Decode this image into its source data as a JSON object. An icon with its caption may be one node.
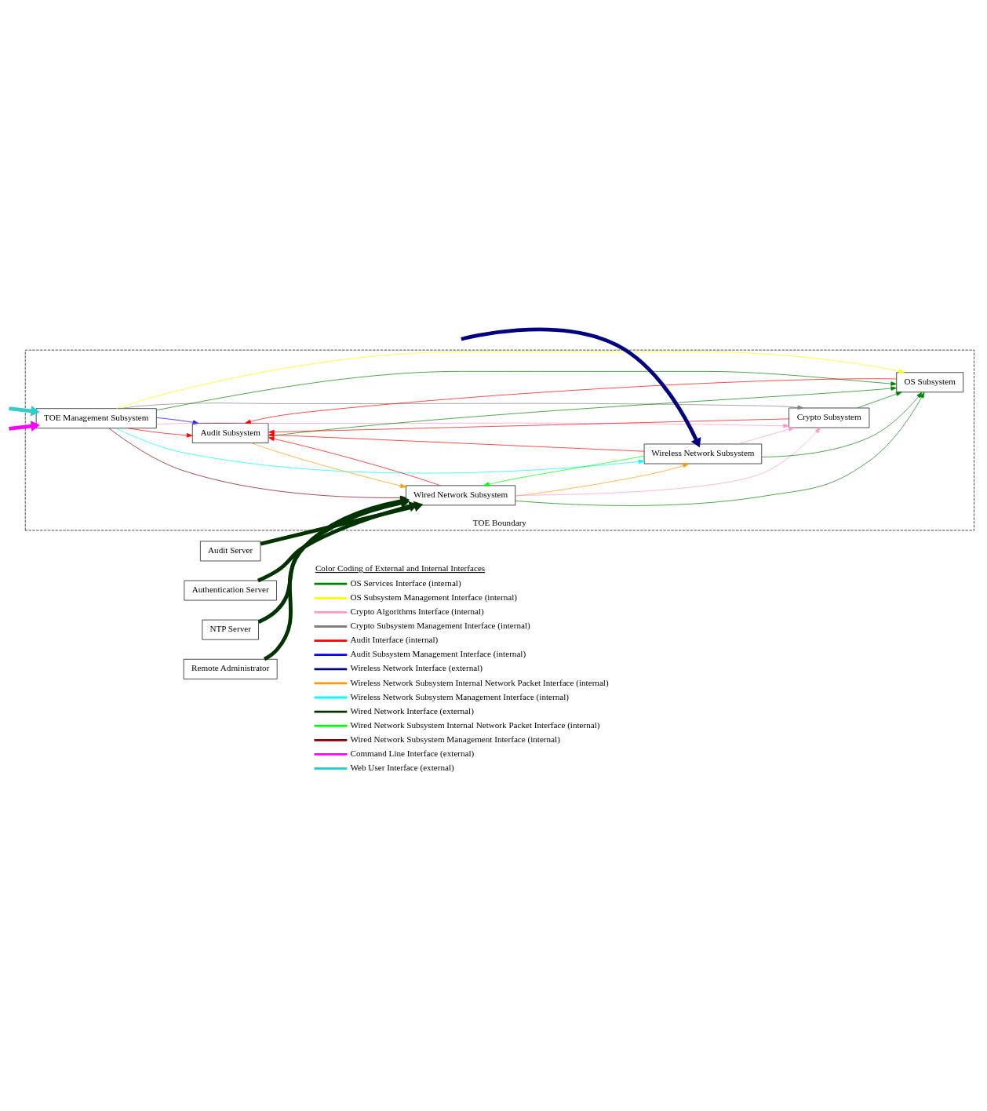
{
  "diagram": {
    "nodes": [
      {
        "text": [
          "TOE Boundary"
        ]
      },
      {
        "text": [
          "TOE Management Subsystem"
        ],
        "in": 0
      },
      {
        "text": [
          "Audit Subsystem"
        ],
        "in": 0
      },
      {
        "text": [
          "Wired Network Subsystem"
        ],
        "in": 0
      },
      {
        "text": [
          "Wireless Network Subsystem"
        ],
        "in": 0
      },
      {
        "text": [
          "Crypto Subsystem"
        ],
        "in": 0
      },
      {
        "text": [
          "OS Subsystem"
        ],
        "in": 0
      },
      {
        "text": [
          "Audit Server"
        ]
      },
      {
        "text": [
          "Authentication Server"
        ]
      },
      {
        "text": [
          "NTP Server"
        ]
      },
      {
        "text": [
          "Remote Administrator"
        ]
      }
    ],
    "edges": [
      {
        "from": null,
        "to": 1,
        "arrow": "to",
        "style": "thick",
        "color": "#ff00ff"
      },
      {
        "from": null,
        "to": 1,
        "arrow": "to",
        "style": "thick",
        "color": "#33cccc"
      },
      {
        "from": 1,
        "to": 2,
        "arrow": "to",
        "color": "#ff0000"
      },
      {
        "from": 1,
        "to": 2,
        "arrow": "to",
        "color": "#0000ff"
      },
      {
        "from": 1,
        "to": 6,
        "arrow": "to",
        "color": "#008000"
      },
      {
        "from": 1,
        "to": 6,
        "arrow": "to",
        "color": "#ffff00"
      },
      {
        "from": 1,
        "to": 3,
        "arrow": "to",
        "color": "#800000"
      },
      {
        "from": 1,
        "to": 4,
        "arrow": "to",
        "color": "#00ffff"
      },
      {
        "from": 1,
        "to": 5,
        "arrow": "to",
        "color": "#ff99cc"
      },
      {
        "from": 1,
        "to": 5,
        "arrow": "to",
        "color": "#808080"
      },
      {
        "from": 3,
        "to": 2,
        "arrow": "to",
        "color": "#ff0000"
      },
      {
        "from": 2,
        "to": 3,
        "arrow": "to",
        "color": "#ff9900"
      },
      {
        "from": 3,
        "to": 4,
        "arrow": "to",
        "color": "#ff9900"
      },
      {
        "from": 4,
        "to": 3,
        "arrow": "to",
        "color": "#00ff00"
      },
      {
        "from": 4,
        "to": 2,
        "arrow": "to",
        "color": "#ff0000"
      },
      {
        "from": 5,
        "to": 2,
        "arrow": "to",
        "color": "#ff0000"
      },
      {
        "from": 3,
        "to": 5,
        "arrow": "to",
        "color": "#ff99cc"
      },
      {
        "from": 4,
        "to": 5,
        "arrow": "to",
        "color": "#ff99cc"
      },
      {
        "from": 3,
        "to": 6,
        "arrow": "to",
        "color": "#008000"
      },
      {
        "from": 5,
        "to": 6,
        "arrow": "to",
        "color": "#008000"
      },
      {
        "from": 4,
        "to": 6,
        "arrow": "to",
        "color": "#008000"
      },
      {
        "from": 2,
        "to": 6,
        "arrow": "to",
        "color": "#008000"
      },
      {
        "from": 6,
        "to": 2,
        "arrow": "to",
        "color": "#ff0000"
      },
      {
        "from": null,
        "to": 4,
        "arrow": "to",
        "style": "thick",
        "color": "#000080"
      },
      {
        "from": 7,
        "to": 3,
        "arrow": "to",
        "style": "thick",
        "color": "#003300"
      },
      {
        "from": 8,
        "to": 3,
        "arrow": "to",
        "style": "thick",
        "color": "#003300"
      },
      {
        "from": 9,
        "to": 3,
        "arrow": "to",
        "style": "thick",
        "color": "#003300"
      },
      {
        "from": 10,
        "to": 3,
        "arrow": "to",
        "style": "thick",
        "color": "#003300"
      }
    ],
    "labels": [
      "Color Coding of External and Internal Interfaces"
    ],
    "legend": [
      {
        "text": "OS Services Interface (internal)",
        "color": "#008000"
      },
      {
        "text": "OS Subsystem Management Interface (internal)",
        "color": "#ffff00"
      },
      {
        "text": "Crypto Algorithms Interface (internal)",
        "color": "#ff99cc"
      },
      {
        "text": "Crypto Subsystem Management Interface (internal)",
        "color": "#808080"
      },
      {
        "text": "Audit Interface (internal)",
        "color": "#ff0000"
      },
      {
        "text": "Audit Subsystem Management Interface (internal)",
        "color": "#0000ff"
      },
      {
        "text": "Wireless Network Interface (external)",
        "color": "#000080"
      },
      {
        "text": "Wireless Network Subsystem Internal Network Packet Interface (internal)",
        "color": "#ff9900"
      },
      {
        "text": "Wireless Network Subsystem Management Interface (internal)",
        "color": "#00ffff"
      },
      {
        "text": "Wired Network Interface (external)",
        "color": "#003300"
      },
      {
        "text": "Wired Network Subsystem Internal Network Packet Interface (internal)",
        "color": "#00ff00"
      },
      {
        "text": "Wired Network Subsystem Management Interface (internal)",
        "color": "#800000"
      },
      {
        "text": "Command Line Interface (external)",
        "color": "#ff00ff"
      },
      {
        "text": "Web User Interface (external)",
        "color": "#33cccc"
      }
    ]
  }
}
